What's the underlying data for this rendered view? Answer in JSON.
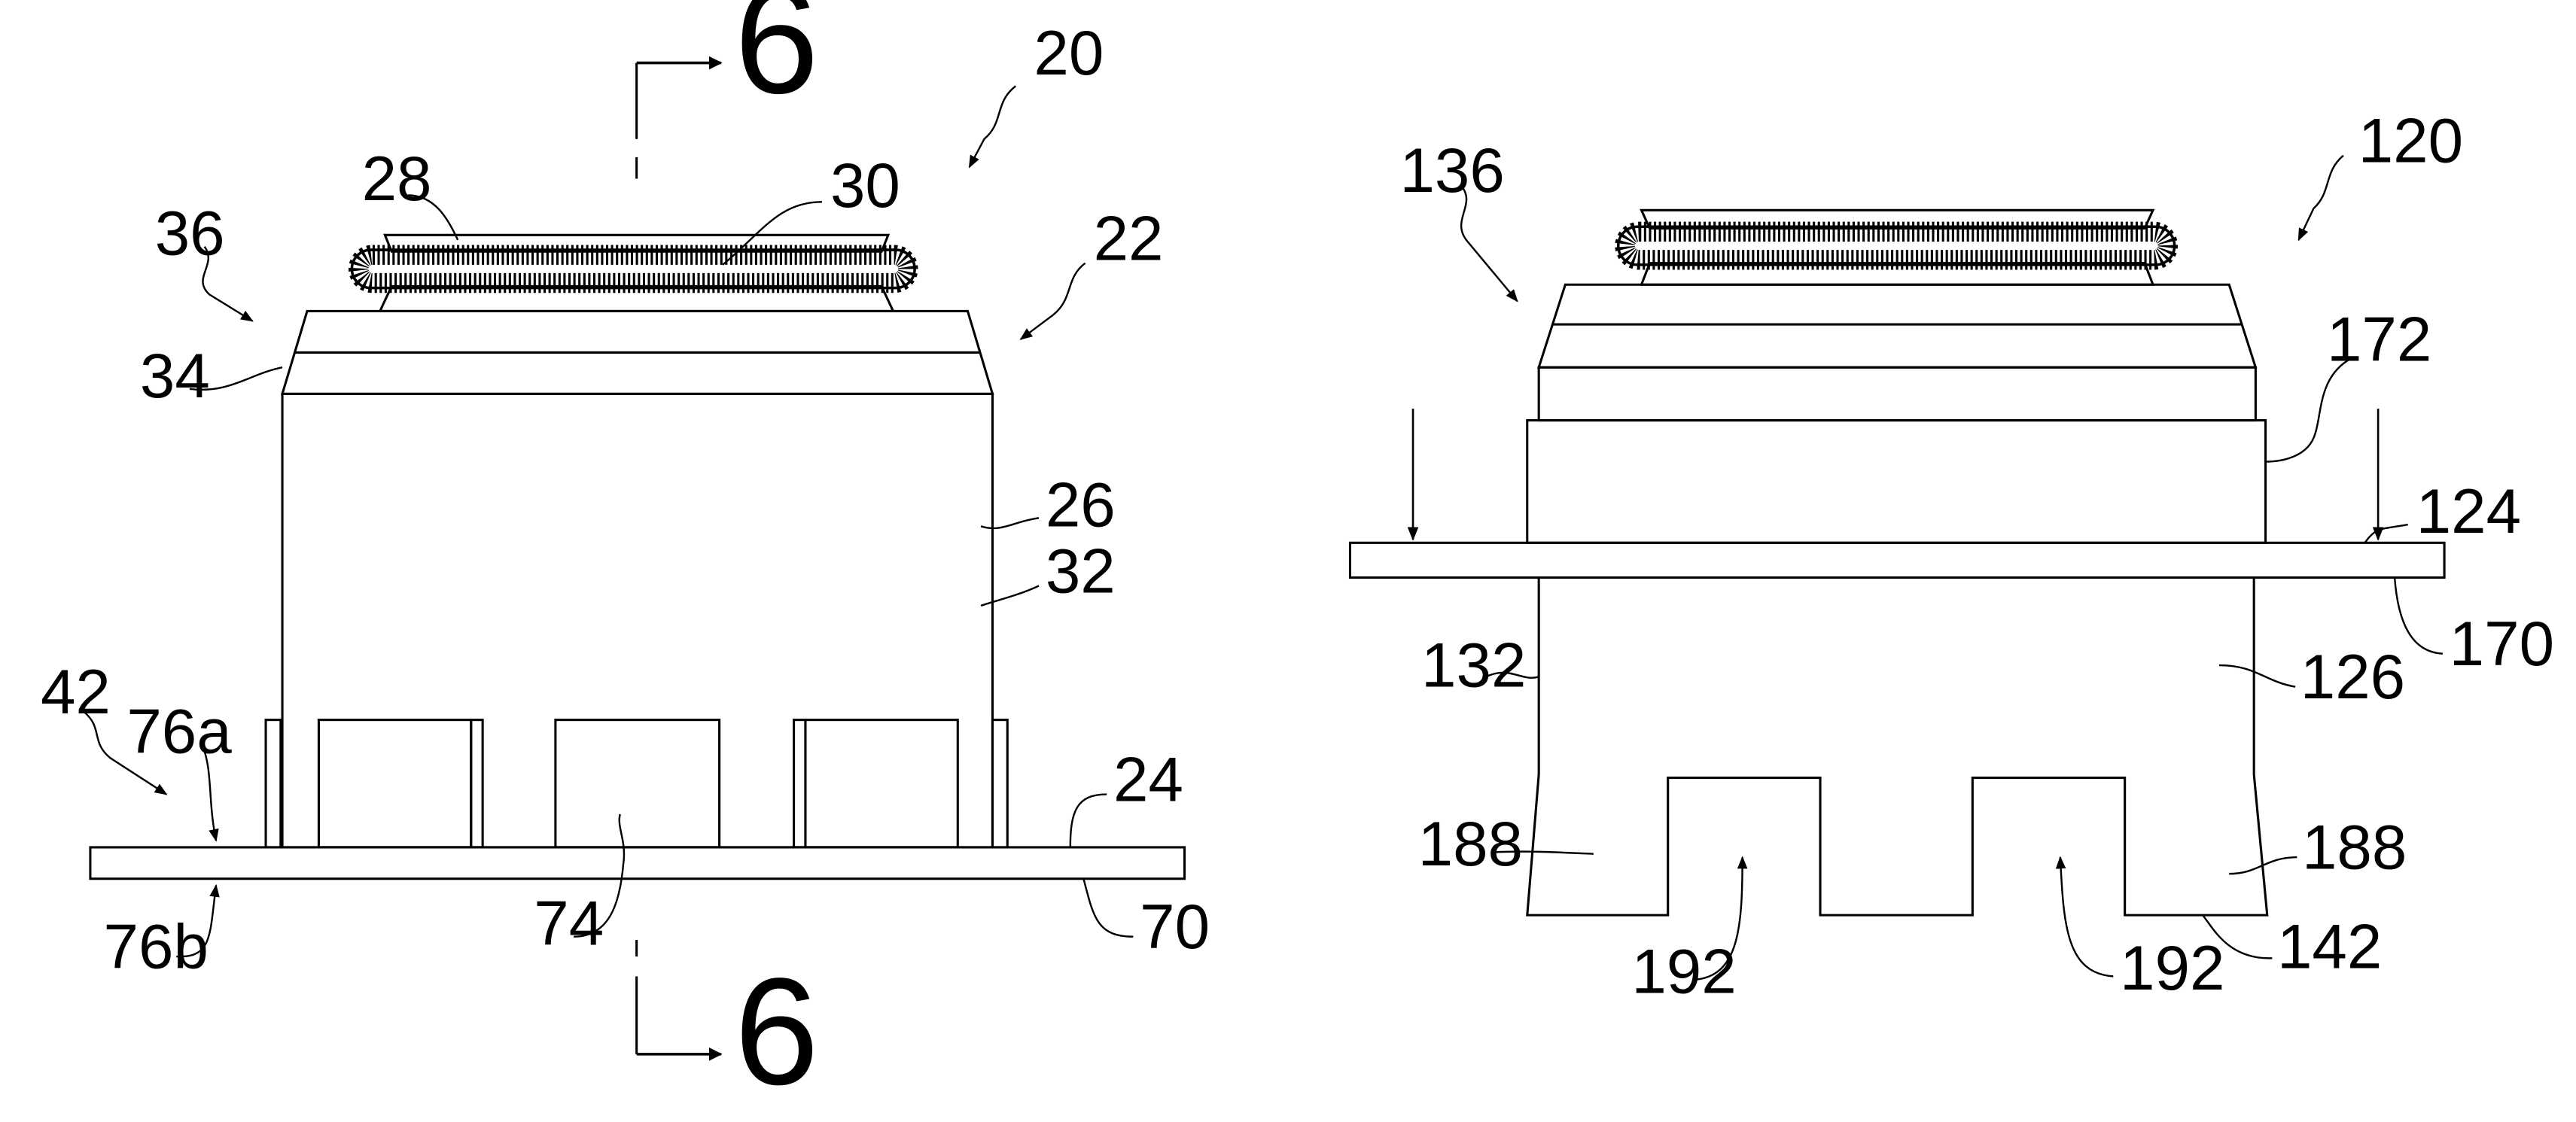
{
  "figure_left": {
    "section_label_top": "6",
    "section_label_bottom": "6",
    "refs": {
      "r20": "20",
      "r22": "22",
      "r24": "24",
      "r26": "26",
      "r28": "28",
      "r30": "30",
      "r32": "32",
      "r34": "34",
      "r36": "36",
      "r42": "42",
      "r70": "70",
      "r74": "74",
      "r76a": "76a",
      "r76b": "76b"
    }
  },
  "figure_right": {
    "refs": {
      "r120": "120",
      "r124": "124",
      "r126": "126",
      "r132": "132",
      "r136": "136",
      "r142": "142",
      "r170": "170",
      "r172": "172",
      "r188a": "188",
      "r188b": "188",
      "r192a": "192",
      "r192b": "192"
    }
  },
  "colors": {
    "line": "#000000",
    "background": "#ffffff"
  }
}
